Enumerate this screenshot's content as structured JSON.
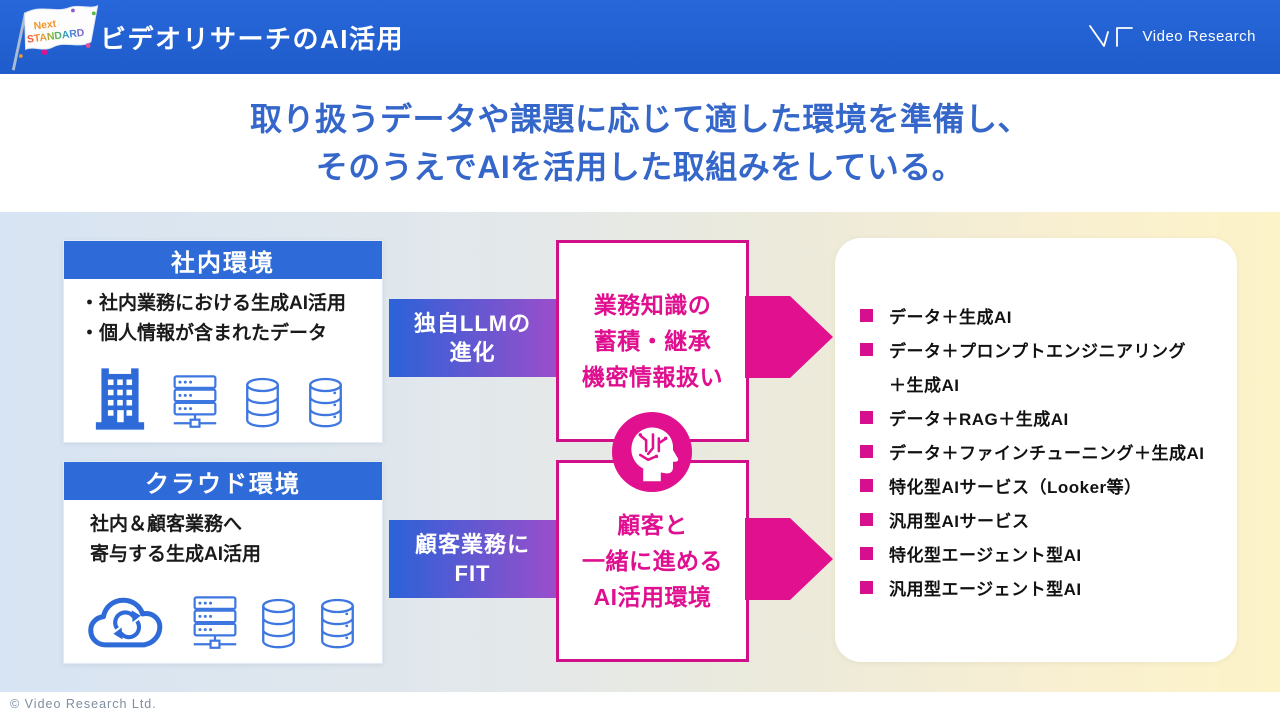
{
  "header": {
    "title": "ビデオリサーチのAI活用",
    "flag_line1": "Next",
    "flag_line2": "STANDARD",
    "logo_text": "Video Research"
  },
  "headline": {
    "line1": "取り扱うデータや課題に応じて適した環境を準備し、",
    "line2": "そのうえでAIを活用した取組みをしている。"
  },
  "internal_env": {
    "title": "社内環境",
    "bullet1": "・社内業務における生成AI活用",
    "bullet2": "・個人情報が含まれたデータ",
    "icons": [
      "building-icon",
      "server-icon",
      "database-icon",
      "database-icon"
    ]
  },
  "cloud_env": {
    "title": "クラウド環境",
    "line1": "社内＆顧客業務へ",
    "line2": "寄与する生成AI活用",
    "icons": [
      "cloud-sync-icon",
      "server-icon",
      "database-icon",
      "database-icon"
    ]
  },
  "band_top": {
    "line1": "独自LLMの",
    "line2": "進化"
  },
  "band_bottom": {
    "line1": "顧客業務に",
    "line2": "FIT"
  },
  "pink_top": {
    "line1": "業務知識の",
    "line2": "蓄積・継承",
    "line3": "機密情報扱い"
  },
  "pink_bottom": {
    "line1": "顧客と",
    "line2": "一緒に進める",
    "line3": "AI活用環境"
  },
  "outcomes": [
    {
      "label": "データ＋生成AI",
      "bullet": true
    },
    {
      "label": "データ＋プロンプトエンジニアリング",
      "bullet": true
    },
    {
      "label": "＋生成AI",
      "bullet": false
    },
    {
      "label": "データ＋RAG＋生成AI",
      "bullet": true
    },
    {
      "label": "データ＋ファインチューニング＋生成AI",
      "bullet": true
    },
    {
      "label": "特化型AIサービス（Looker等）",
      "bullet": true
    },
    {
      "label": "汎用型AIサービス",
      "bullet": true
    },
    {
      "label": "特化型エージェント型AI",
      "bullet": true
    },
    {
      "label": "汎用型エージェント型AI",
      "bullet": true
    }
  ],
  "footer": {
    "copyright": "© Video Research Ltd."
  },
  "colors": {
    "header_blue": "#2263d3",
    "box_blue": "#2e6bd8",
    "icon_blue": "#3f77e0",
    "magenta": "#e00f90",
    "magenta_border": "#d10f88",
    "headline_blue": "#3566c9",
    "band_gradient_from": "#2b62d8",
    "band_gradient_to": "#9a4ecb",
    "bg_gradient_left": "#d7e4f3",
    "bg_gradient_right": "#fdf3c8"
  }
}
